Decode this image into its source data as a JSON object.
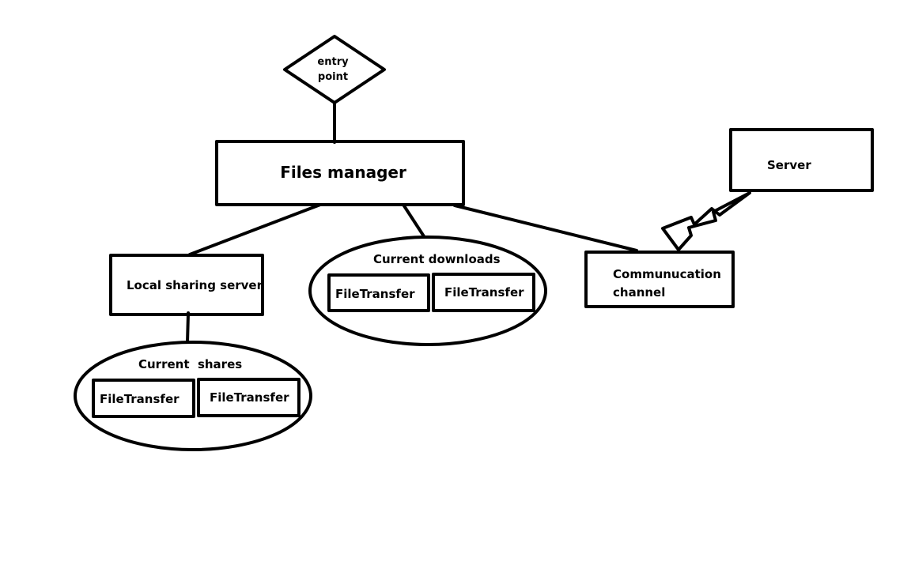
{
  "diagram": {
    "entry_point_line1": "entry",
    "entry_point_line2": "point",
    "files_manager": "Files manager",
    "server": "Server",
    "local_sharing_server": "Local sharing server",
    "current_downloads": {
      "title": "Current downloads",
      "items": [
        "FileTransfer",
        "FileTransfer"
      ]
    },
    "current_shares": {
      "title": "Current  shares",
      "items": [
        "FileTransfer",
        "FileTransfer"
      ]
    },
    "communication_channel_line1": "Communucation",
    "communication_channel_line2": "channel"
  }
}
